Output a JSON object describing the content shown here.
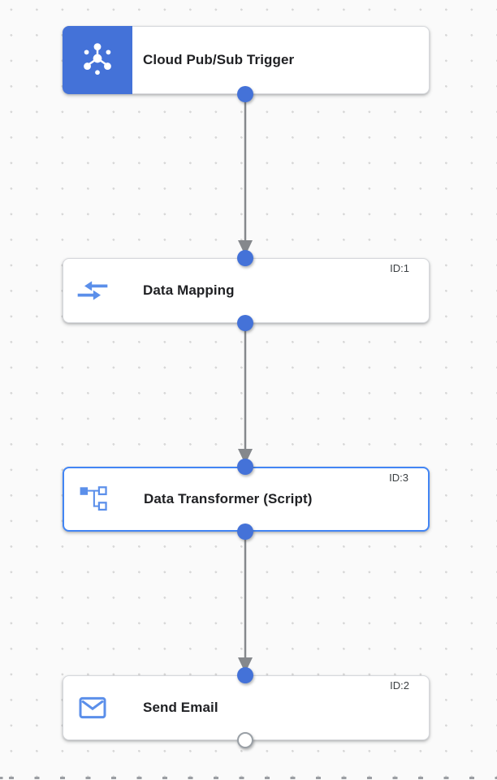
{
  "canvas": {
    "kind": "integration-workflow-editor"
  },
  "colors": {
    "canvas-bg": "#FAFAFA",
    "grid-dot": "#D8D8D8",
    "node-bg": "#FFFFFF",
    "node-border": "#D6D8DC",
    "selected-border": "#4285F4",
    "trigger-block": "#4472D8",
    "port-fill": "#4472D8",
    "port-open-border": "#9AA0A6",
    "edge": "#85888C",
    "icon-blue": "#5B8FEA",
    "title-text": "#202124",
    "badge-text": "#3C4043"
  },
  "nodes": [
    {
      "title": "Cloud Pub/Sub Trigger",
      "icon": "pubsub-trigger-icon",
      "type": "trigger",
      "selected": false
    },
    {
      "title": "Data Mapping",
      "icon": "data-mapping-icon",
      "badge": "ID:1",
      "type": "task",
      "selected": false
    },
    {
      "title": "Data Transformer (Script)",
      "icon": "data-transformer-icon",
      "badge": "ID:3",
      "type": "task",
      "selected": true
    },
    {
      "title": "Send Email",
      "icon": "send-email-icon",
      "badge": "ID:2",
      "type": "task",
      "selected": false
    }
  ],
  "edges": [
    {
      "from": "Cloud Pub/Sub Trigger",
      "to": "Data Mapping"
    },
    {
      "from": "Data Mapping",
      "to": "Data Transformer (Script)"
    },
    {
      "from": "Data Transformer (Script)",
      "to": "Send Email"
    }
  ]
}
